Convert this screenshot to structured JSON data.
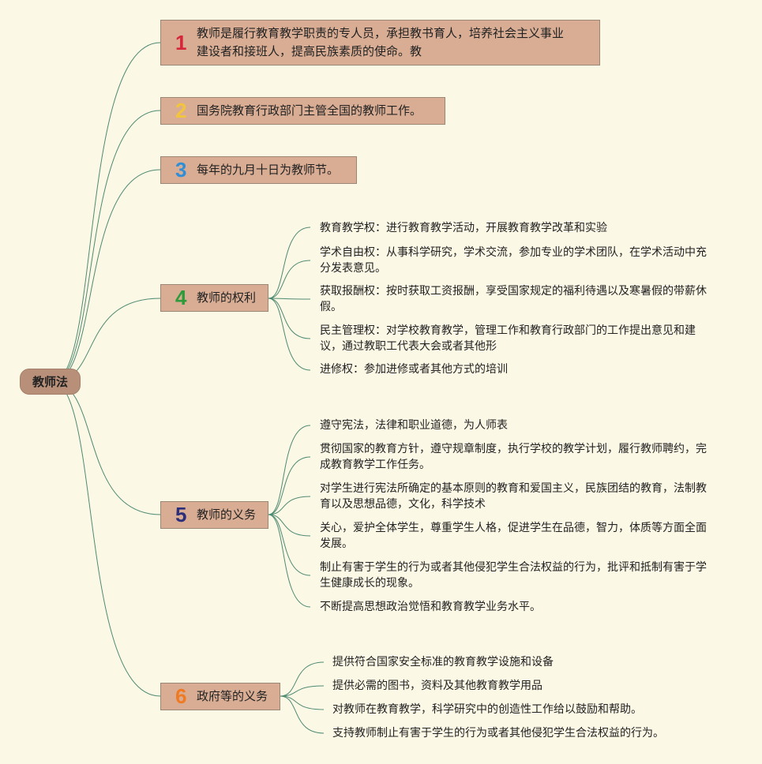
{
  "root": {
    "label": "教师法"
  },
  "colors": {
    "background": "#fcf8e6",
    "line": "#4f8a72",
    "branch_fill": "#d8ad94",
    "root_fill": "#b89079"
  },
  "branches": [
    {
      "num": "1",
      "num_color": "#d6263a",
      "text": "教师是履行教育教学职责的专人员，承担教书育人，培养社会主义事业\n建设者和接班人，提高民族素质的使命。教"
    },
    {
      "num": "2",
      "num_color": "#f2c53d",
      "text": "国务院教育行政部门主管全国的教师工作。"
    },
    {
      "num": "3",
      "num_color": "#2f8fd6",
      "text": "每年的九月十日为教师节。"
    },
    {
      "num": "4",
      "num_color": "#2e9a3a",
      "text": "教师的权利",
      "children": [
        "教育教学权：进行教育教学活动，开展教育教学改革和实验",
        "学术自由权：从事科学研究，学术交流，参加专业的学术团队，在学术活动中充\n分发表意见。",
        "获取报酬权：按时获取工资报酬，享受国家规定的福利待遇以及寒暑假的带薪休\n假。",
        "民主管理权：对学校教育教学，管理工作和教育行政部门的工作提出意见和建\n议，通过教职工代表大会或者其他形",
        "进修权：参加进修或者其他方式的培训"
      ]
    },
    {
      "num": "5",
      "num_color": "#2c2f7a",
      "text": "教师的义务",
      "children": [
        "遵守宪法，法律和职业道德，为人师表",
        "贯彻国家的教育方针，遵守规章制度，执行学校的教学计划，履行教师聘约，完\n成教育教学工作任务。",
        "对学生进行宪法所确定的基本原则的教育和爱国主义，民族团结的教育，法制教\n育以及思想品德，文化，科学技术",
        "关心，爱护全体学生，尊重学生人格，促进学生在品德，智力，体质等方面全面\n发展。",
        "制止有害于学生的行为或者其他侵犯学生合法权益的行为，批评和抵制有害于学\n生健康成长的现象。",
        "不断提高思想政治觉悟和教育教学业务水平。"
      ]
    },
    {
      "num": "6",
      "num_color": "#f07a22",
      "text": "政府等的义务",
      "children": [
        "提供符合国家安全标准的教育教学设施和设备",
        "提供必需的图书，资料及其他教育教学用品",
        "对教师在教育教学，科学研究中的创造性工作给以鼓励和帮助。",
        "支持教师制止有害于学生的行为或者其他侵犯学生合法权益的行为。"
      ]
    }
  ]
}
